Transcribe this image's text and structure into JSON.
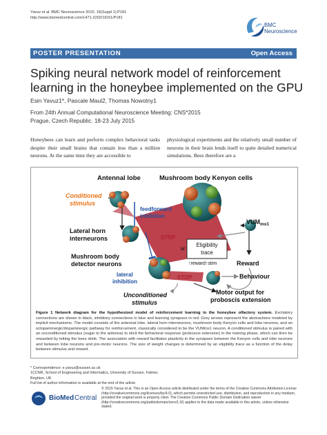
{
  "header": {
    "citation_line1": "Yavuz et al. BMC Neuroscience 2015, 16(Suppl 1):P181",
    "citation_line2": "http://www.biomedcentral.com/1471-2202/16/S1/P181",
    "logo_line1": "BMC",
    "logo_line2": "Neuroscience"
  },
  "banner": {
    "left": "POSTER PRESENTATION",
    "right": "Open Access"
  },
  "title_line1": "Spiking neural network model of reinforcement",
  "title_line2": "learning in the honeybee implemented on the GPU",
  "authors": "Esin Yavuz1*, Pascale Maul2, Thomas Nowotny1",
  "conference_line1": "From 24th Annual Computational Neuroscience Meeting: CNS*2015",
  "conference_line2": "Prague, Czech Republic. 18-23 July 2015",
  "body": {
    "col1": "Honeybees can learn and perform complex behavioral tasks despite their small brains that contain less than a million neurons. At the same time they are accessible to",
    "col2": "physiological experiments and the relatively small number of neurons in their brain lends itself to quite detailed numerical simulations. Bees therefore are a"
  },
  "figure": {
    "antennal_lobe": "Antennal lobe",
    "mb_kenyon": "Mushroom body Kenyon cells",
    "conditioned_1": "Conditioned",
    "conditioned_2": "stimulus",
    "ff_1": "feedforward",
    "ff_2": "inhibition",
    "lh_1": "Lateral horn",
    "lh_2": "interneurons",
    "stdp_top": "STDP",
    "vum": "VUM",
    "vum_sub": "mx1",
    "w": "w",
    "elig_1": "Eligibility",
    "elig_2": "trace",
    "reward_stim": "↑reward↑stim",
    "mb_det_1": "Mushroom body",
    "mb_det_2": "detector neurons",
    "lat_inh_1": "lateral",
    "lat_inh_2": "inhibition",
    "reward": "Reward",
    "stdp_bottom": "STDP",
    "behaviour": "Behaviour",
    "uncond_1": "Unconditioned",
    "uncond_2": "stimulus",
    "motor_1": "Motor output for",
    "motor_2": "proboscis extension"
  },
  "caption": {
    "label": "Figure 1",
    "bold": "Network diagram for the hypothesized model of reinforcement learning in the honeybee olfactory system.",
    "text": "Excitatory connections are shown in black, inhibitory connections in blue and learning synapses in red. Grey arrows represent the abstractions modeled by implicit mechanisms. The model consists of the antennal lobe, lateral horn interneurons, mushroom body Kenyon cells and lobe neurons, and an octopaminergic/dopaminergic pathway for reinforcement, classically considered to be the VUMmx1 neuron. A conditioned stimulus is paired with an unconditioned stimulus (sugar to the antenna) to elicit the behavioral response (proboscis extension) in the training phase, which can then be rewarded by letting the bees drink. The association with reward facilitates plasticity in the synapses between the Kenyon cells and lobe neurons and between lobe neurons and pre-motor neurons. The size of weight changes is determined by an eligibility trace as a function of the delay between stimulus and reward."
  },
  "footnotes": {
    "corr": "* Correspondence: e.yavuz@sussex.ac.uk",
    "affil_1": "1CCNR, School of Engineering and Informatics, University of Sussex, Falmer,",
    "affil_2": "Brighton, UK",
    "affil_3": "Full list of author information is available at the end of the article"
  },
  "publisher": {
    "bio": "BioMed",
    "central": "Central"
  },
  "license": "© 2015 Yavuz et al. This is an Open Access article distributed under the terms of the Creative Commons Attribution License (http://creativecommons.org/licenses/by/4.0), which permits unrestricted use, distribution, and reproduction in any medium, provided the original work is properly cited. The Creative Commons Public Domain Dedication waiver (http://creativecommons.org/publicdomain/zero/1.0/) applies to the data made available in this article, unless otherwise stated.",
  "colors": {
    "banner": "#3b6ea8",
    "conditioned": "#e8751a",
    "inhibition": "#1f4fa0",
    "learning": "#b0202e",
    "cluster_teal": "#1e6f72",
    "cluster_orange": "#d9642a"
  }
}
